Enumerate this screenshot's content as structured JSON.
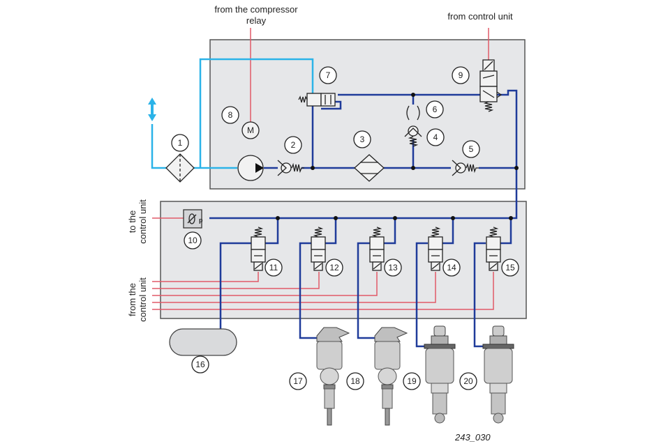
{
  "labels": {
    "compressor_relay_line1": "from the compressor",
    "compressor_relay_line2": "relay",
    "from_control_unit": "from control unit",
    "to_control_unit_line1": "to the",
    "to_control_unit_line2": "control unit",
    "from_the_control_unit_line1": "from the",
    "from_the_control_unit_line2": "control unit",
    "figure_code": "243_030",
    "motor_symbol": "M",
    "pressure_symbol": "p"
  },
  "components": [
    {
      "id": "1",
      "kind": "air-filter"
    },
    {
      "id": "2",
      "kind": "check-valve"
    },
    {
      "id": "3",
      "kind": "air-dryer"
    },
    {
      "id": "4",
      "kind": "check-valve"
    },
    {
      "id": "5",
      "kind": "check-valve"
    },
    {
      "id": "6",
      "kind": "restrictor"
    },
    {
      "id": "7",
      "kind": "pneumatic-exhaust-valve"
    },
    {
      "id": "8",
      "kind": "compressor-motor"
    },
    {
      "id": "9",
      "kind": "solenoid-exhaust-valve"
    },
    {
      "id": "10",
      "kind": "pressure-sender"
    },
    {
      "id": "11",
      "kind": "solenoid-valve"
    },
    {
      "id": "12",
      "kind": "solenoid-valve"
    },
    {
      "id": "13",
      "kind": "solenoid-valve"
    },
    {
      "id": "14",
      "kind": "solenoid-valve"
    },
    {
      "id": "15",
      "kind": "solenoid-valve"
    },
    {
      "id": "16",
      "kind": "pressure-reservoir"
    },
    {
      "id": "17",
      "kind": "air-spring-strut"
    },
    {
      "id": "18",
      "kind": "air-spring-strut"
    },
    {
      "id": "19",
      "kind": "air-spring-strut"
    },
    {
      "id": "20",
      "kind": "air-spring-strut"
    }
  ],
  "colors": {
    "pressure_line": "#1f3b9a",
    "intake_exhaust_line": "#2bb3e8",
    "electrical_line": "#e05a68",
    "panel_fill": "#e6e7e9"
  }
}
